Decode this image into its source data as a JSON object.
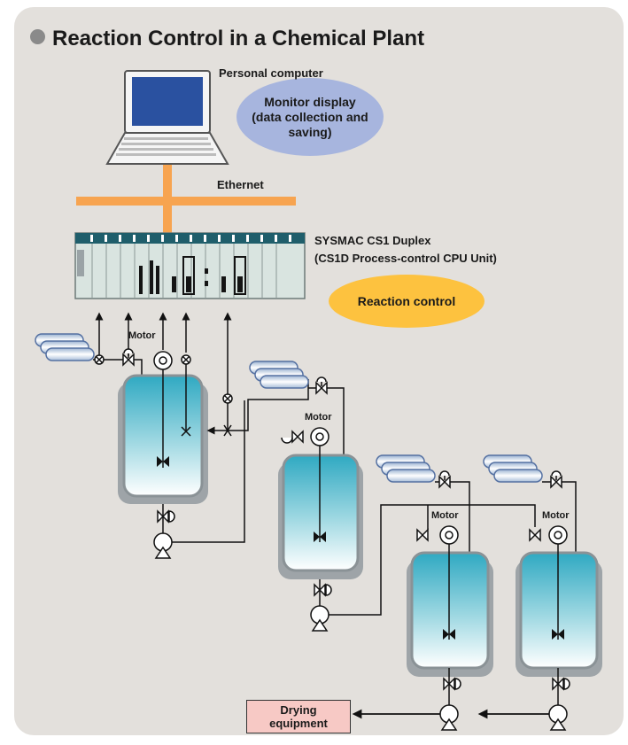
{
  "title": "Reaction Control in a Chemical Plant",
  "labels": {
    "pc": "Personal computer",
    "ethernet": "Ethernet",
    "plc_line1": "SYSMAC CS1 Duplex",
    "plc_line2": "(CS1D Process-control CPU Unit)",
    "motor": "Motor"
  },
  "ovals": {
    "monitor_line1": "Monitor display",
    "monitor_line2": "(data collection and",
    "monitor_line3": "saving)",
    "reaction": "Reaction control"
  },
  "drying": {
    "line1": "Drying",
    "line2": "equipment"
  },
  "colors": {
    "panel": "#e3e0dc",
    "ethernet": "#f7a450",
    "monitor_oval": "#a7b5de",
    "reaction_oval": "#fdc23f",
    "tank_liquid": "#3fb3c8",
    "drying_box": "#f7c9c5"
  }
}
